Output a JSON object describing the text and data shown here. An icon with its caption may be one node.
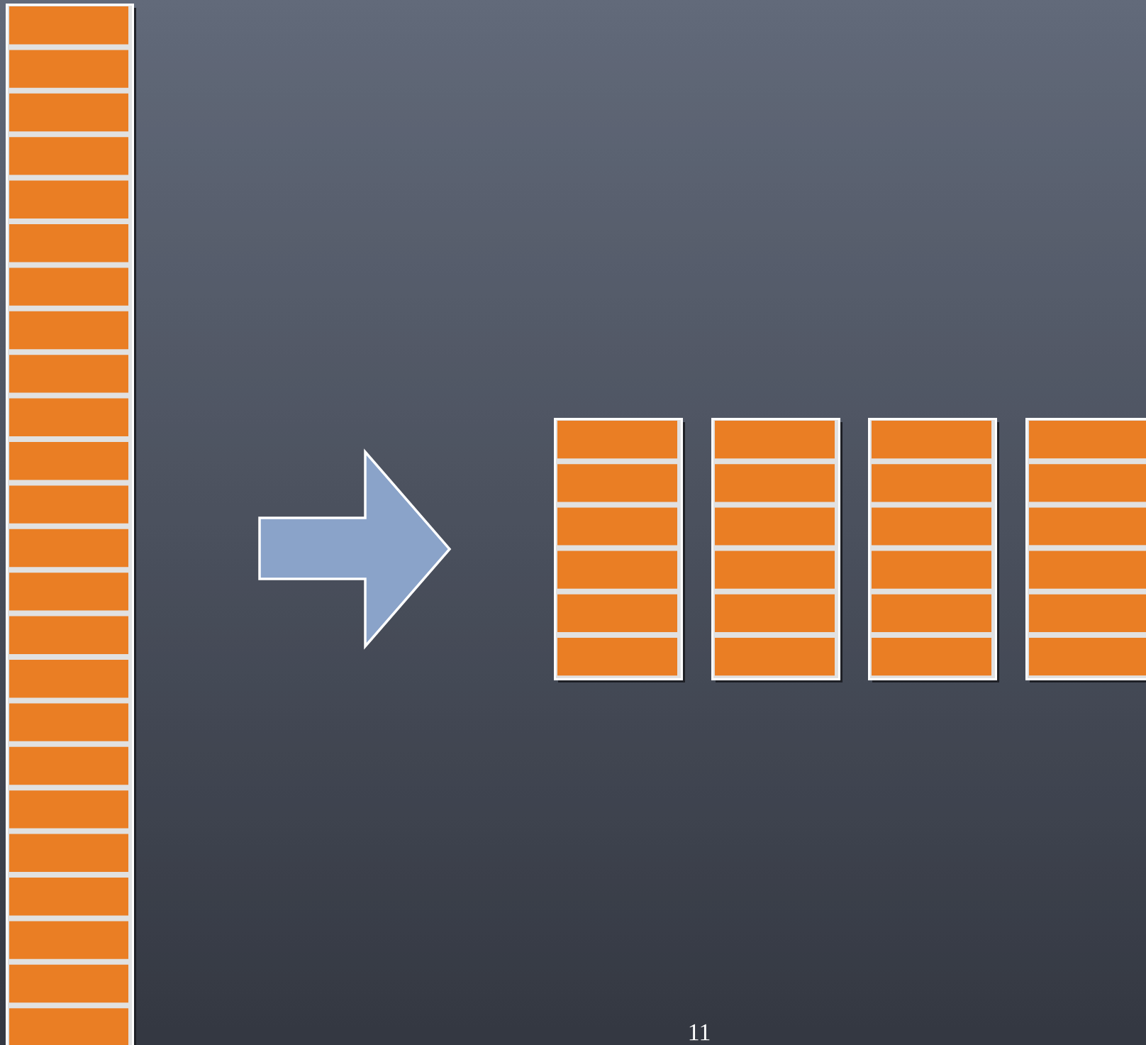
{
  "diagram": {
    "nodes": [
      {
        "text": [],
        "shape": "box"
      },
      {
        "text": [],
        "shape": "box"
      },
      {
        "text": [],
        "shape": "box"
      },
      {
        "text": [],
        "shape": "box"
      },
      {
        "text": [],
        "shape": "box"
      }
    ],
    "edges": [
      {
        "from": 0,
        "to": 1,
        "arrow": "to"
      }
    ],
    "labels": [
      "11"
    ]
  }
}
